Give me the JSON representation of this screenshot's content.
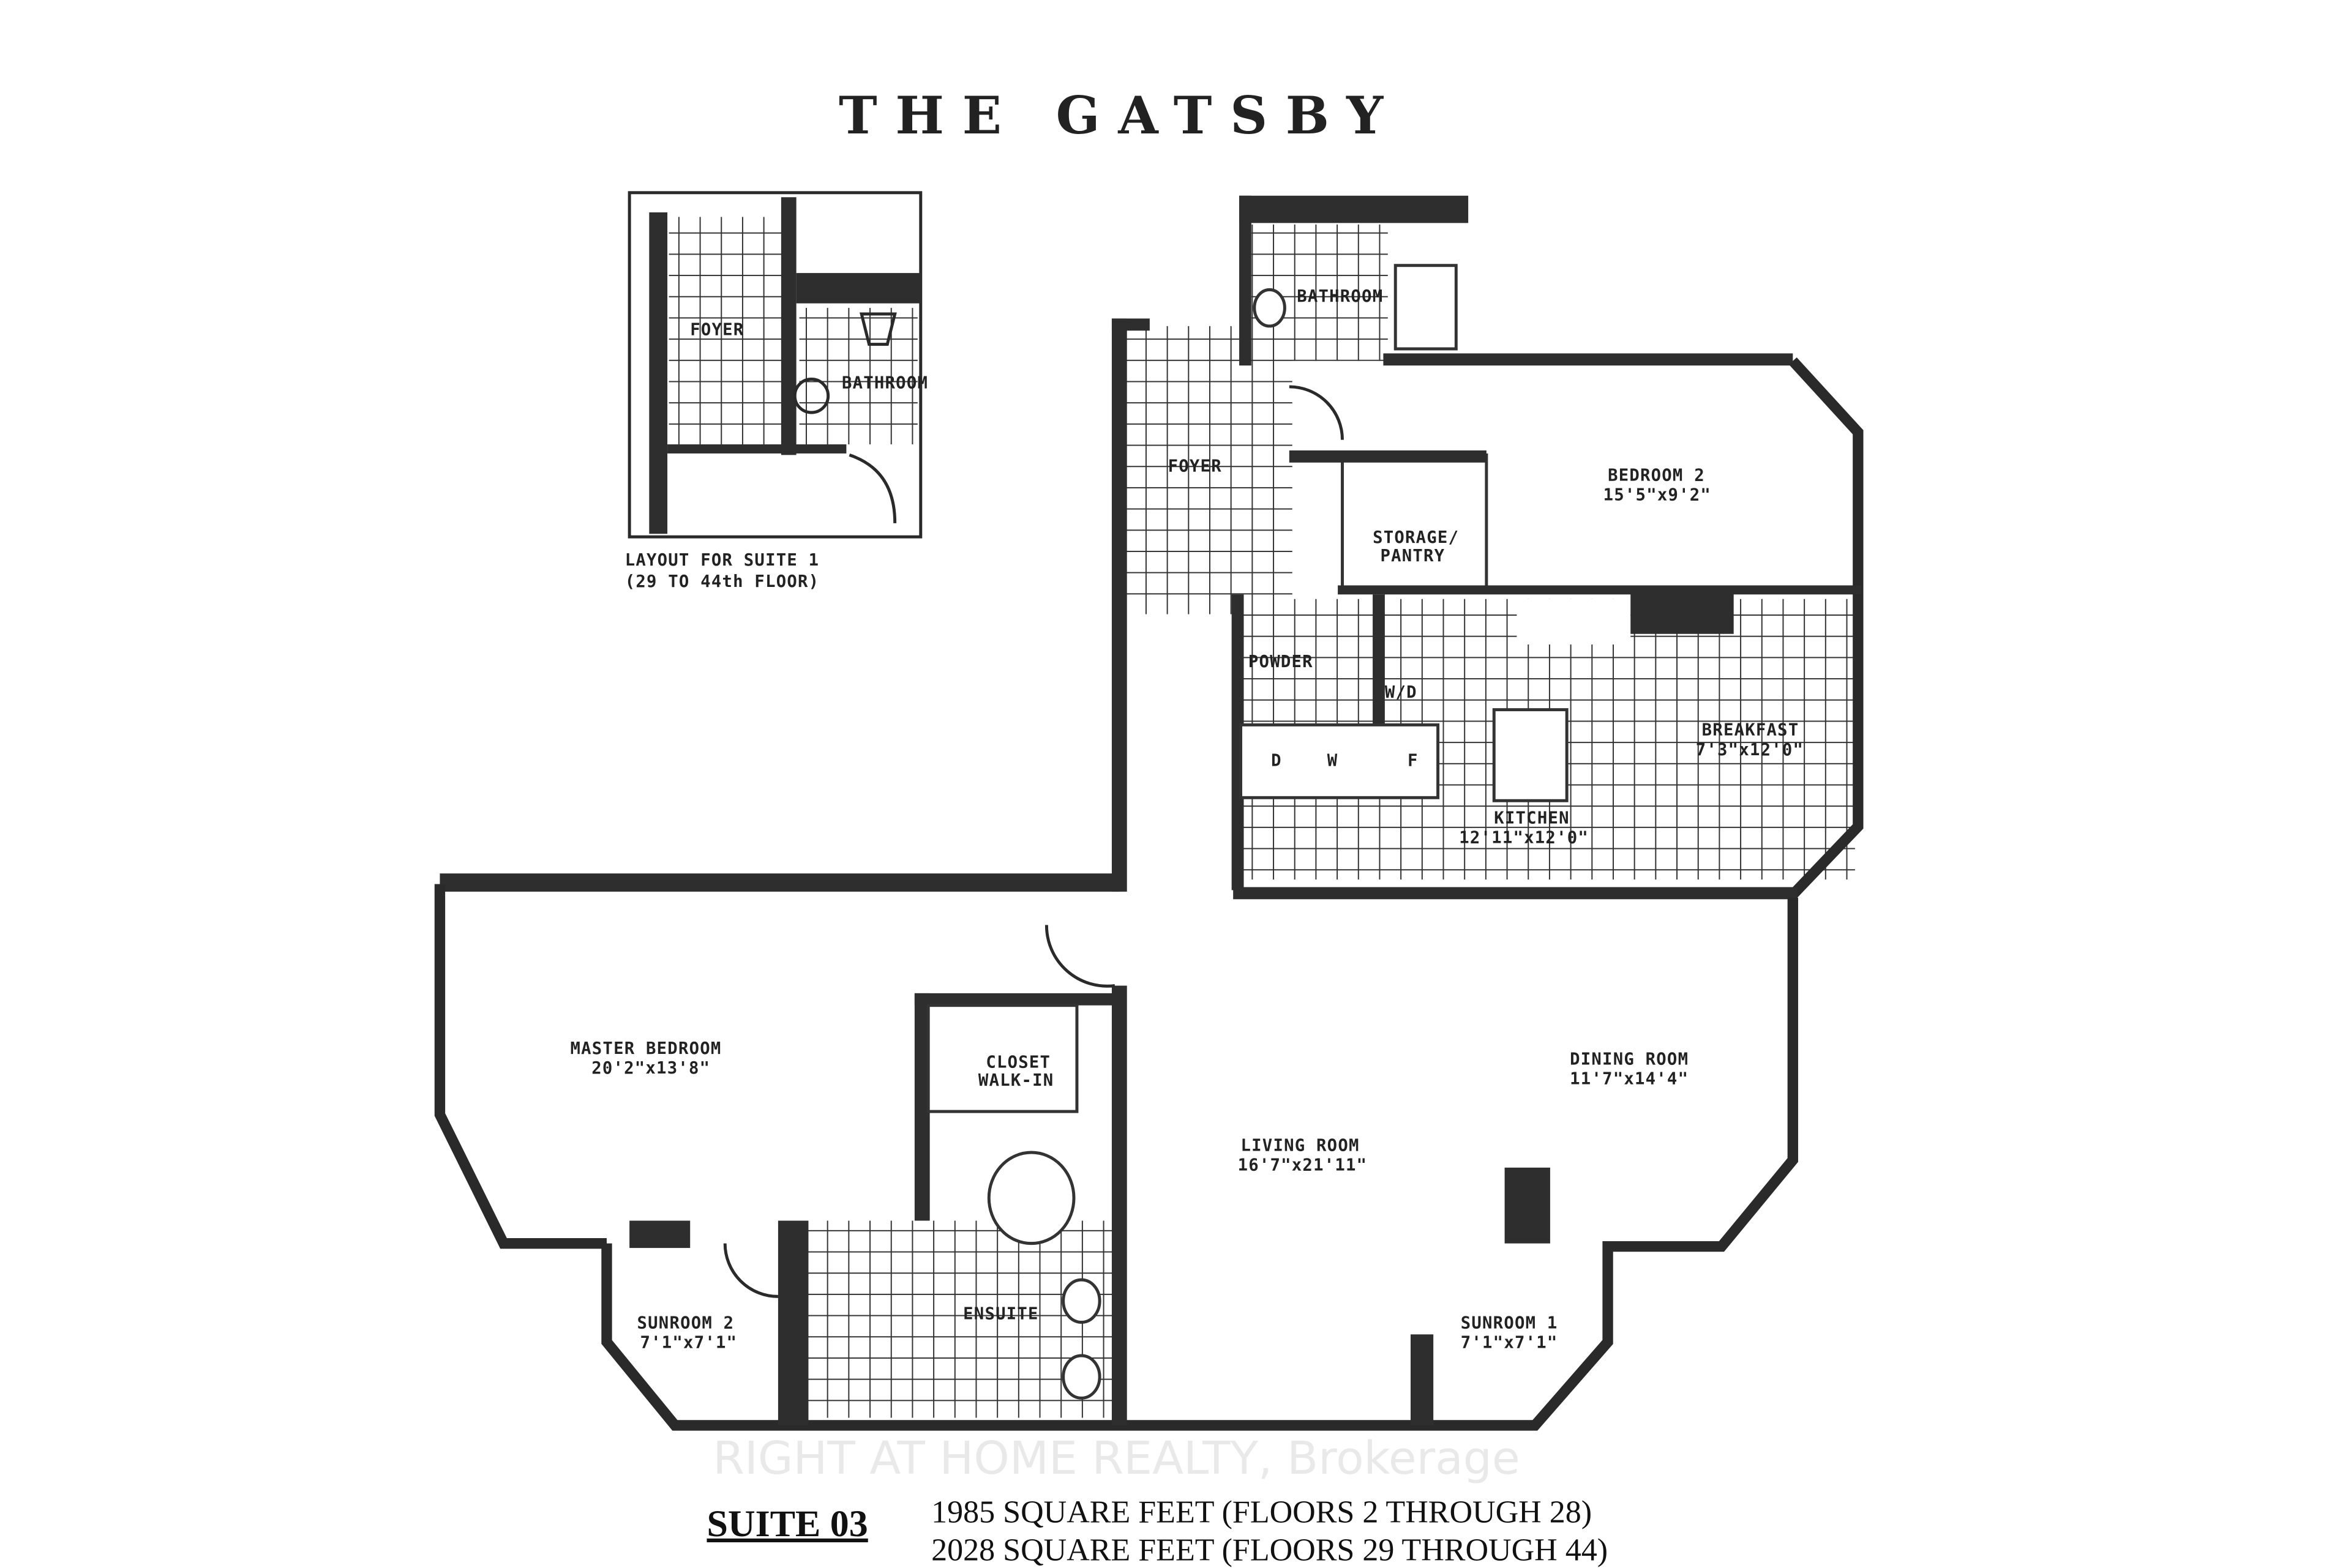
{
  "title": "THE GATSBY",
  "inset": {
    "rooms": {
      "foyer": "FOYER",
      "bathroom": "BATHROOM"
    },
    "caption_line1": "LAYOUT FOR SUITE 1",
    "caption_line2": "(29 TO 44th FLOOR)"
  },
  "rooms": {
    "bathroom": "BATHROOM",
    "foyer": "FOYER",
    "bedroom2": {
      "name": "BEDROOM 2",
      "size": "15'5\"x9'2\""
    },
    "storage": {
      "line1": "STORAGE/",
      "line2": "PANTRY"
    },
    "powder": "POWDER",
    "wd": "W/D",
    "appliances": {
      "d": "D",
      "w": "W",
      "f": "F"
    },
    "breakfast": {
      "name": "BREAKFAST",
      "size": "7'3\"x12'0\""
    },
    "kitchen": {
      "name": "KITCHEN",
      "size": "12'11\"x12'0\""
    },
    "master": {
      "name": "MASTER BEDROOM",
      "size": "20'2\"x13'8\""
    },
    "closet": {
      "line1": "CLOSET",
      "line2": "WALK-IN"
    },
    "living": {
      "name": "LIVING ROOM",
      "size": "16'7\"x21'11\""
    },
    "dining": {
      "name": "DINING ROOM",
      "size": "11'7\"x14'4\""
    },
    "ensuite": "ENSUITE",
    "sunroom2": {
      "name": "SUNROOM 2",
      "size": "7'1\"x7'1\""
    },
    "sunroom1": {
      "name": "SUNROOM 1",
      "size": "7'1\"x7'1\""
    }
  },
  "watermark": "RIGHT AT HOME REALTY, Brokerage",
  "footer": {
    "suite": "SUITE 03",
    "line1": "1985 SQUARE FEET (FLOORS 2 THROUGH 28)",
    "line2": "2028 SQUARE FEET (FLOORS 29 THROUGH 44)"
  }
}
